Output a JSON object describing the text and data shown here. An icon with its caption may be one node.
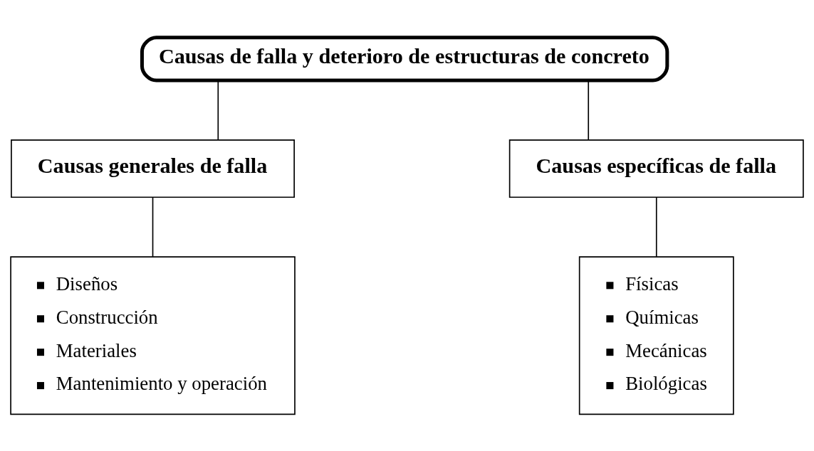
{
  "diagram": {
    "nodes": [
      {
        "text": [
          "Causas de falla y deterioro de estructuras de concreto"
        ]
      },
      {
        "text": [
          "Causas generales de falla"
        ]
      },
      {
        "text": [
          "Causas específicas de falla"
        ]
      },
      {
        "text": [
          "Diseños",
          "Construcción",
          "Materiales",
          "Mantenimiento y operación"
        ]
      },
      {
        "text": [
          "Físicas",
          "Químicas",
          "Mecánicas",
          "Biológicas"
        ]
      }
    ],
    "edges": [
      {
        "from": 0,
        "to": 1,
        "arrow": "none"
      },
      {
        "from": 0,
        "to": 2,
        "arrow": "none"
      },
      {
        "from": 1,
        "to": 3,
        "arrow": "none"
      },
      {
        "from": 2,
        "to": 4,
        "arrow": "none"
      }
    ]
  }
}
